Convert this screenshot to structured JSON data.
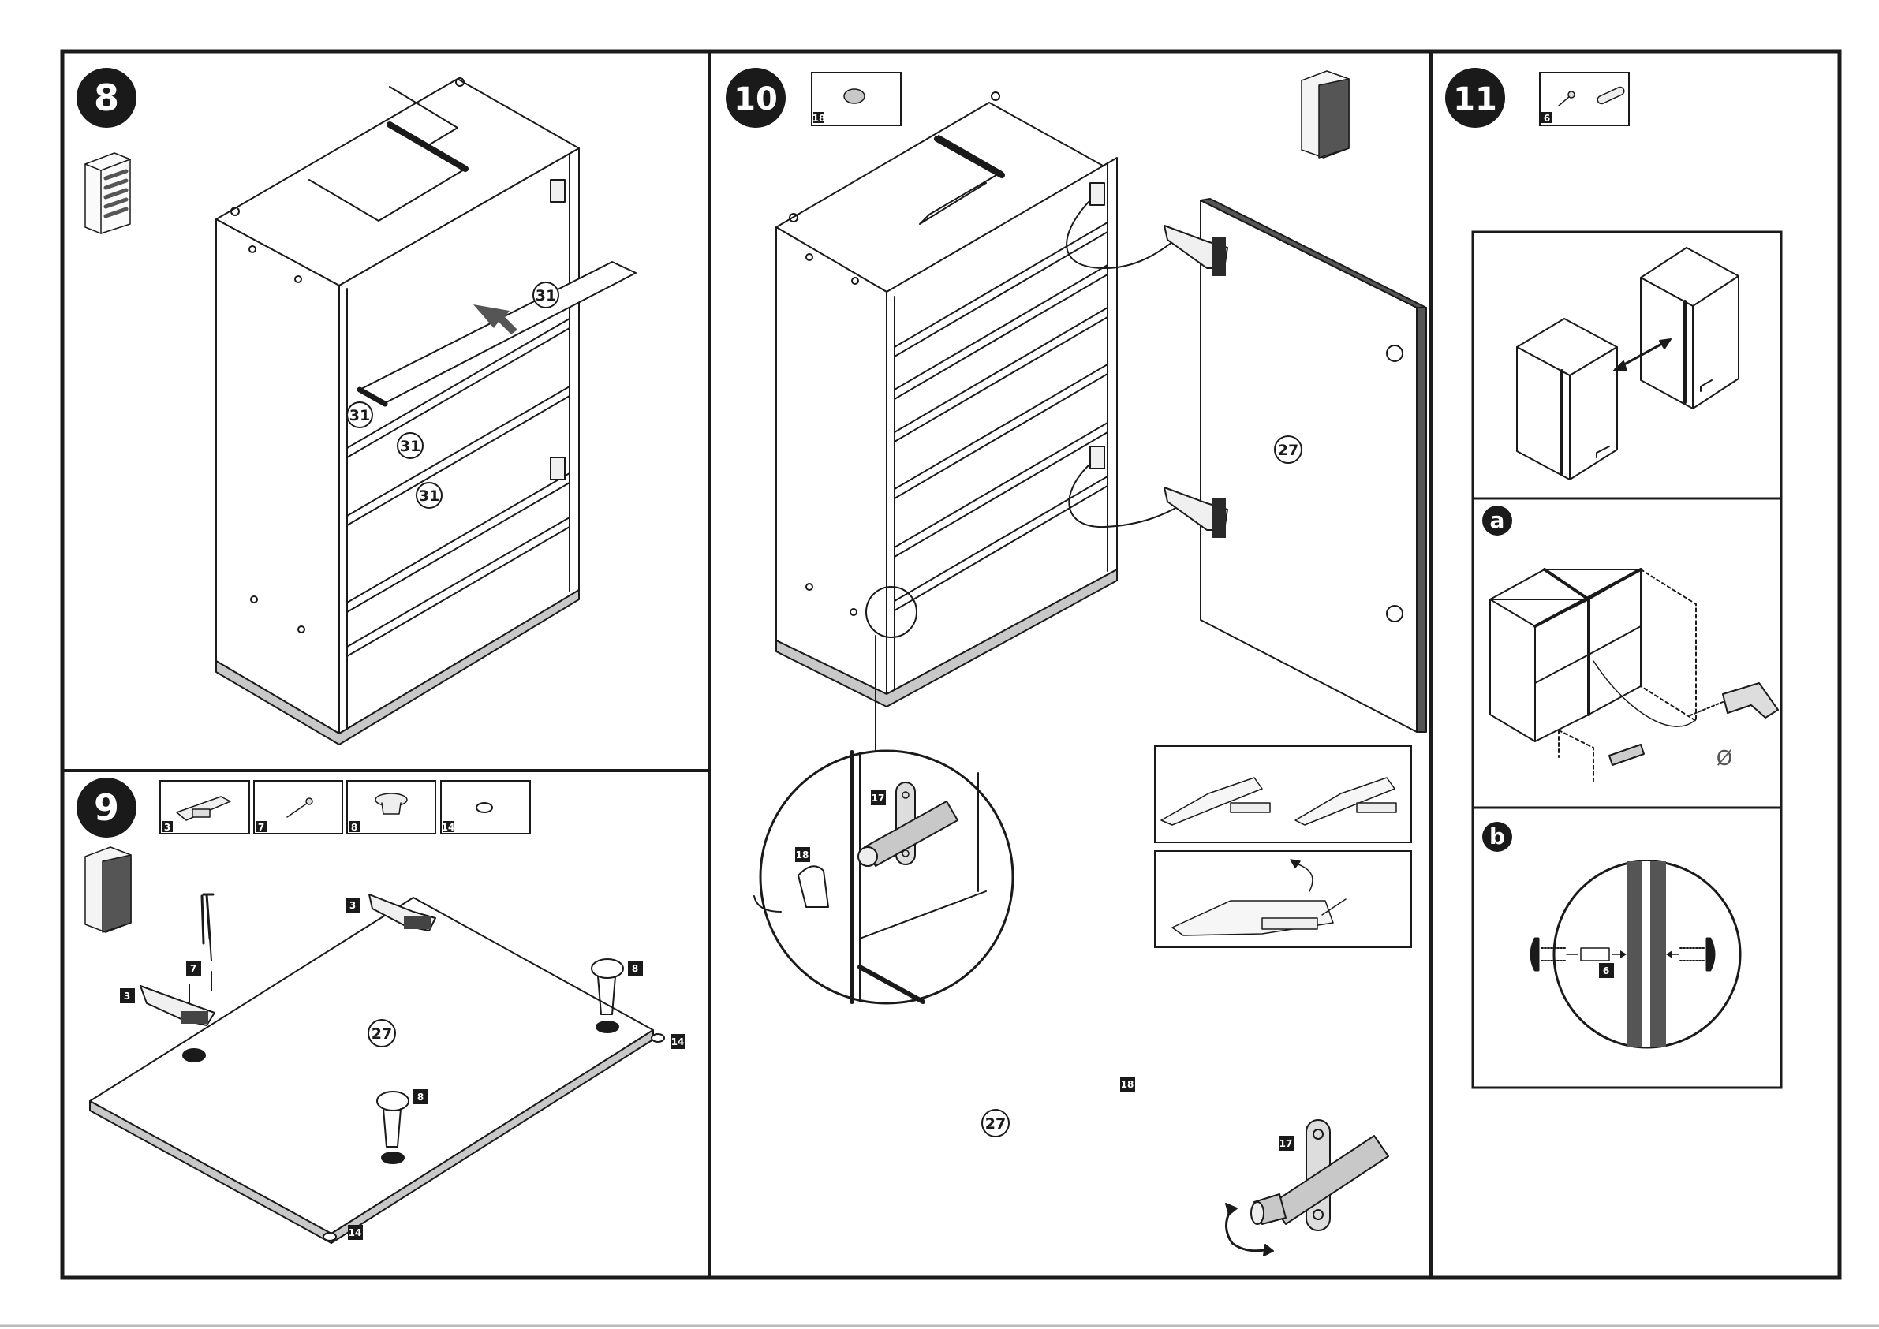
{
  "steps": {
    "s8": {
      "number": "8",
      "parts": {
        "p31a": "31",
        "p31b": "31",
        "p31c": "31",
        "p31d": "31"
      }
    },
    "s9": {
      "number": "9",
      "parts_box": {
        "hinge": "3",
        "screw": "7",
        "knob": "8",
        "pad": "14"
      },
      "parts": {
        "p3a": "3",
        "p3b": "3",
        "p7": "7",
        "p8a": "8",
        "p8b": "8",
        "p14a": "14",
        "p14b": "14",
        "p27": "27"
      }
    },
    "s10": {
      "number": "10",
      "parts_box": {
        "pad": "18"
      },
      "parts": {
        "p27a": "27",
        "p27b": "27",
        "p17a": "17",
        "p17b": "17",
        "p18a": "18",
        "p18b": "18"
      }
    },
    "s11": {
      "number": "11",
      "parts_box": {
        "connector": "6"
      },
      "sub_a": "a",
      "sub_b": "b",
      "parts": {
        "p6": "6"
      },
      "diameter_symbol": "Ø"
    }
  },
  "colors": {
    "ink": "#1a1a1a",
    "panel_fill": "#ffffff",
    "grey_part": "#c8c8c8",
    "dark_edge": "#222222"
  }
}
